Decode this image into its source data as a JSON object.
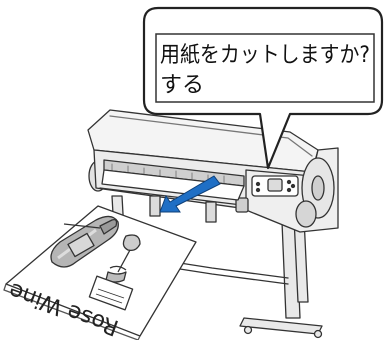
{
  "callout": {
    "line1": "用紙をカットしますか?",
    "line2": "する"
  },
  "poster": {
    "text": "Rose Wine"
  },
  "colors": {
    "outline": "#333333",
    "printer_body": "#f2f2f2",
    "printer_shade": "#cfcfcf",
    "arrow_blue": "#1f6fc5",
    "bottle": "#b5b5b5"
  },
  "icons": {
    "printer": "large-format-printer-icon",
    "arrow": "arrow-icon",
    "bottle": "wine-bottle-icon",
    "glass": "wine-glass-icon"
  }
}
